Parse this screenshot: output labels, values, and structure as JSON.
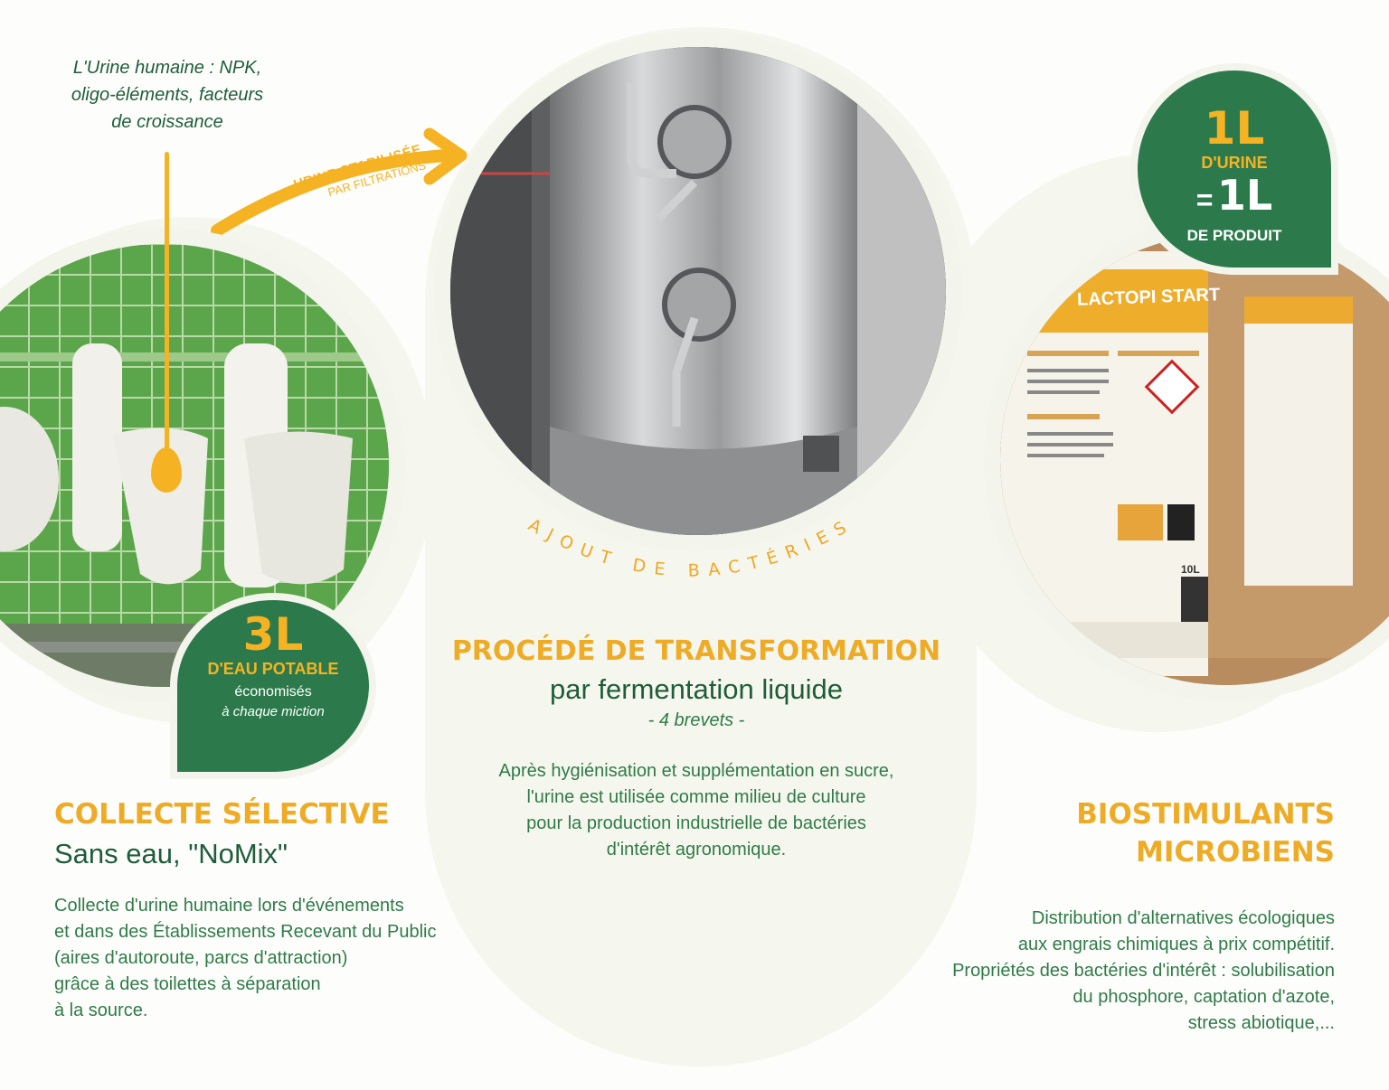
{
  "annotation": {
    "line1": "L'Urine humaine : NPK,",
    "line2": "oligo-éléments, facteurs",
    "line3": "de croissance"
  },
  "arrow": {
    "line1": "URINE STABILISÉE",
    "line2": "PAR FILTRATIONS"
  },
  "arc_label": "AJOUT DE BACTÉRIES",
  "badge_left": {
    "big": "3L",
    "line1": "D'EAU POTABLE",
    "line2": "économisés",
    "line3": "à chaque miction"
  },
  "badge_right": {
    "big1": "1L",
    "line1": "D'URINE",
    "eq": "=",
    "big2": "1L",
    "line2": "DE PRODUIT"
  },
  "left": {
    "title": "COLLECTE SÉLECTIVE",
    "subtitle": "Sans eau, \"NoMix\"",
    "body": [
      "Collecte d'urine humaine lors d'événements",
      "et dans des Établissements Recevant du Public",
      "(aires d'autoroute, parcs d'attraction)",
      "grâce à des toilettes à séparation",
      "à la source."
    ]
  },
  "center": {
    "title": "PROCÉDÉ DE TRANSFORMATION",
    "subtitle": "par fermentation liquide",
    "note": "- 4 brevets -",
    "body": [
      "Après hygiénisation et supplémentation en sucre,",
      "l'urine est utilisée comme milieu de culture",
      "pour la production industrielle de bactéries",
      "d'intérêt agronomique."
    ]
  },
  "right": {
    "title1": "BIOSTIMULANTS",
    "title2": "MICROBIENS",
    "body": [
      "Distribution d'alternatives écologiques",
      "aux engrais chimiques à prix compétitif.",
      "Propriétés des bactéries d'intérêt : solubilisation",
      "du phosphore, captation d'azote,",
      "stress abiotique,..."
    ]
  },
  "product_label": {
    "brand": "LACTOPI START",
    "volume": "10L"
  },
  "colors": {
    "green": "#2c7a4c",
    "yellow": "#f5b324",
    "text_green": "#2f7b48"
  }
}
